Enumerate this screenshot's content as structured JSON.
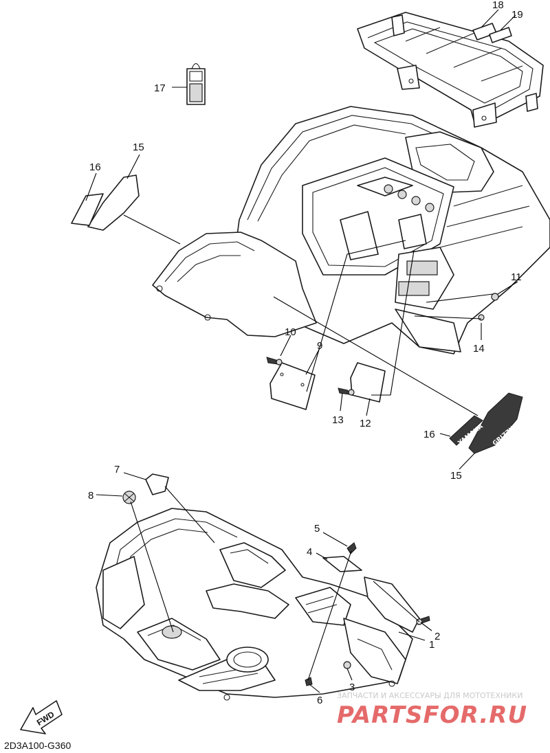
{
  "diagram": {
    "code": "2D3A100-G360",
    "fwd_label": "FWD",
    "callouts": [
      "1",
      "2",
      "3",
      "4",
      "5",
      "6",
      "7",
      "8",
      "9",
      "10",
      "11",
      "12",
      "13",
      "14",
      "15",
      "15",
      "16",
      "16",
      "17",
      "18",
      "19"
    ]
  },
  "watermark": {
    "caption": "ЗАПЧАСТИ И АКСЕССУАРЫ ДЛЯ МОТОТЕХНИКИ",
    "brand": "PARTSFOR.RU"
  },
  "decals": {
    "brand": "YAMAHA",
    "model": "GRIZZLY"
  }
}
